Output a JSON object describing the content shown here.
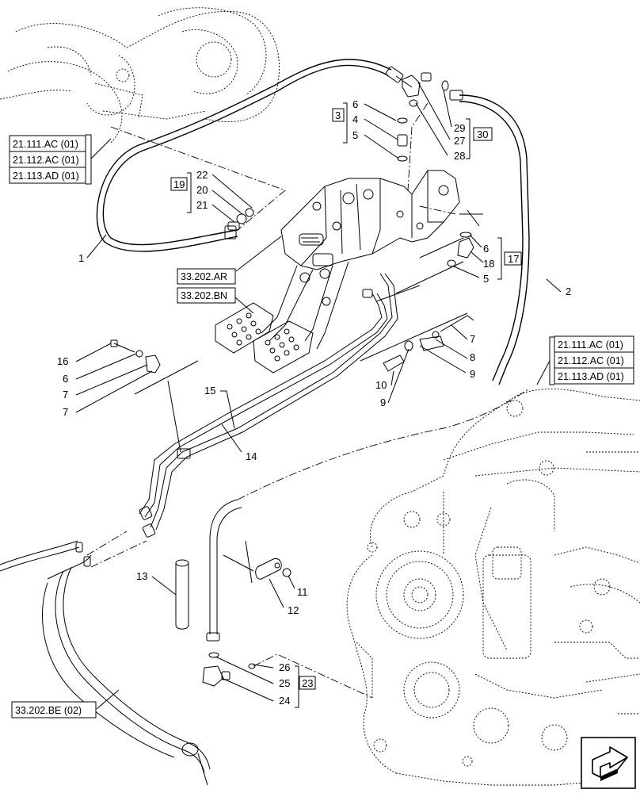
{
  "callouts": {
    "n1": "1",
    "n2": "2",
    "n3": "3",
    "n4": "4",
    "n5a": "5",
    "n5b": "5",
    "n6a": "6",
    "n6b": "6",
    "n6c": "6",
    "n7a": "7",
    "n7b": "7",
    "n7c": "7",
    "n8": "8",
    "n9a": "9",
    "n9b": "9",
    "n10": "10",
    "n11": "11",
    "n12": "12",
    "n13": "13",
    "n14": "14",
    "n15": "15",
    "n16": "16",
    "n17": "17",
    "n18": "18",
    "n19": "19",
    "n20": "20",
    "n21": "21",
    "n22": "22",
    "n23": "23",
    "n24": "24",
    "n25": "25",
    "n26": "26",
    "n27": "27",
    "n28": "28",
    "n29": "29",
    "n30": "30"
  },
  "references": {
    "left_group": [
      "21.111.AC (01)",
      "21.112.AC (01)",
      "21.113.AD (01)"
    ],
    "right_group": [
      "21.111.AC (01)",
      "21.112.AC (01)",
      "21.113.AD (01)"
    ],
    "pedal_ar": "33.202.AR",
    "pedal_bn": "33.202.BN",
    "hose_be": "33.202.BE (02)"
  },
  "icons": {
    "corner": "next-page-arrow-icon"
  }
}
